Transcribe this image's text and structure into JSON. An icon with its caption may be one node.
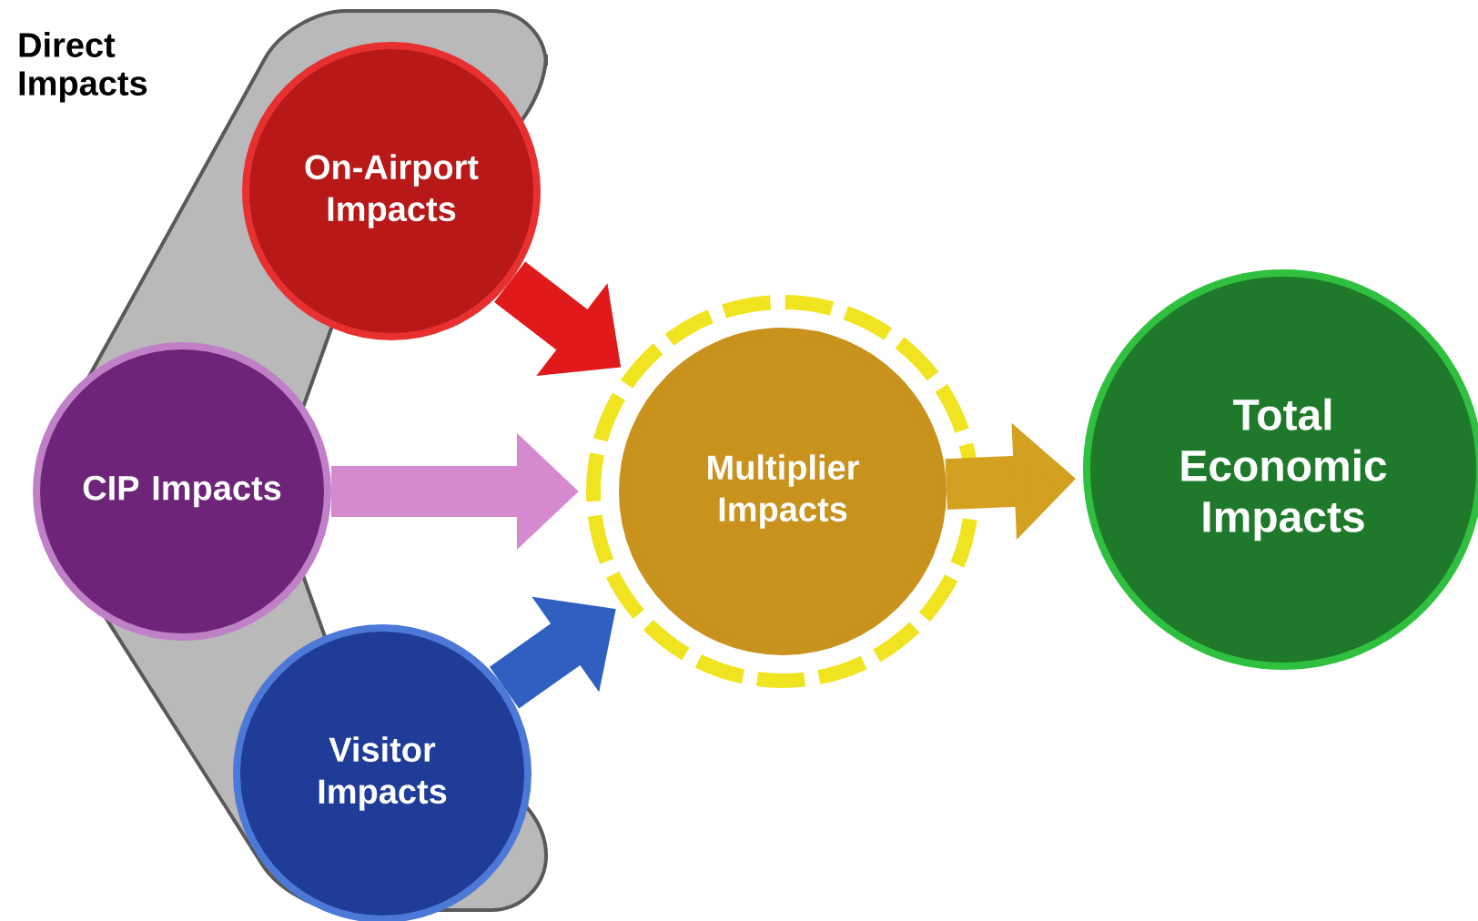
{
  "diagram": {
    "nodes": [
      {
        "text": [
          "Direct Impacts"
        ]
      },
      {
        "text": [
          "On-Airport Impacts"
        ],
        "in": 0
      },
      {
        "text": [
          "CIP Impacts"
        ],
        "in": 0
      },
      {
        "text": [
          "Visitor Impacts"
        ],
        "in": 0
      },
      {
        "text": [
          "Multiplier Impacts"
        ]
      },
      {
        "text": [
          "Total Economic Impacts"
        ]
      }
    ],
    "edges": [
      {
        "from": 1,
        "to": 4,
        "arrow": "to",
        "color": "#e01a1a"
      },
      {
        "from": 2,
        "to": 4,
        "arrow": "to",
        "color": "#d58ad0"
      },
      {
        "from": 3,
        "to": 4,
        "arrow": "to",
        "color": "#2f5fc0"
      },
      {
        "from": 4,
        "to": 5,
        "arrow": "to",
        "color": "#d4a020"
      }
    ]
  }
}
